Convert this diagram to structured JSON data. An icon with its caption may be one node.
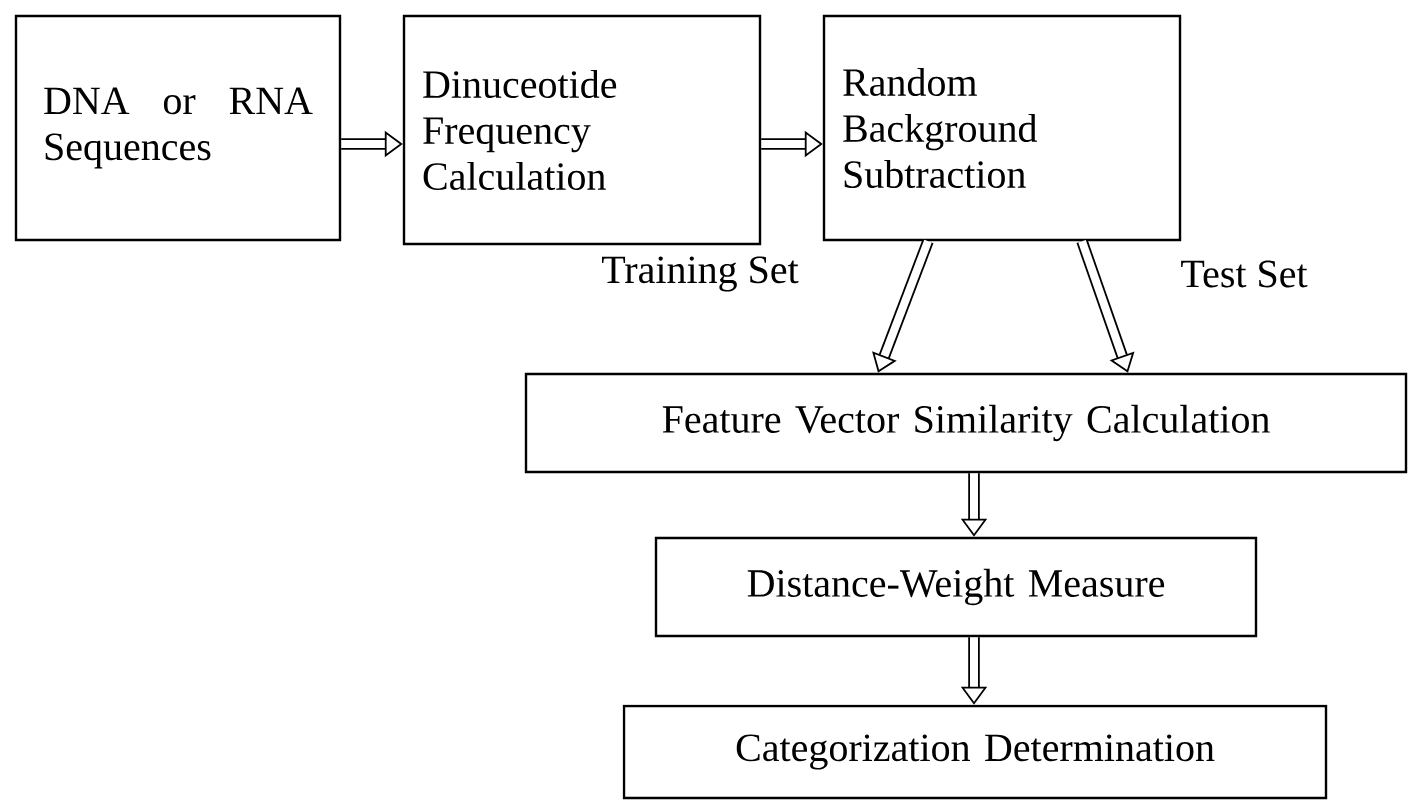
{
  "diagram": {
    "nodes": [
      {
        "text": [
          "DNA or RNA Sequences"
        ]
      },
      {
        "text": [
          "Dinuceotide Frequency Calculation"
        ]
      },
      {
        "text": [
          "Random Background Subtraction"
        ]
      },
      {
        "text": [
          "Feature Vector Similarity Calculation"
        ]
      },
      {
        "text": [
          "Distance-Weight Measure"
        ]
      },
      {
        "text": [
          "Categorization Determination"
        ]
      }
    ],
    "edges": [
      {
        "from": 0,
        "to": 1,
        "arrow": "to"
      },
      {
        "from": 1,
        "to": 2,
        "arrow": "to"
      },
      {
        "from": 2,
        "to": 3,
        "arrow": "to",
        "label": "Training Set"
      },
      {
        "from": 2,
        "to": 3,
        "arrow": "to",
        "label": "Test Set"
      },
      {
        "from": 3,
        "to": 4,
        "arrow": "to"
      },
      {
        "from": 4,
        "to": 5,
        "arrow": "to"
      }
    ]
  }
}
